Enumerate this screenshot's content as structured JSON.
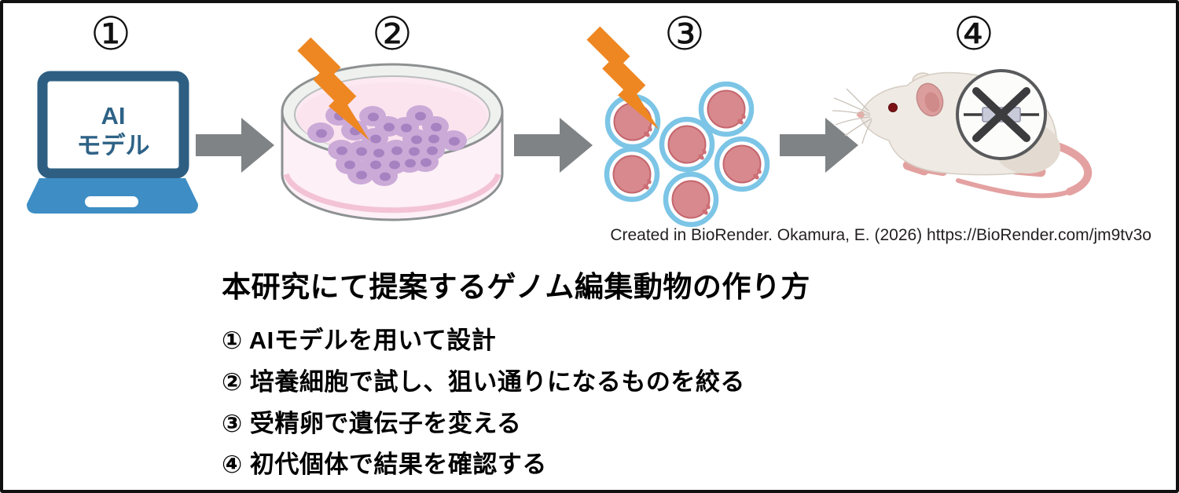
{
  "figure": {
    "attribution": "Created in BioRender. Okamura, E. (2026) https://BioRender.com/jm9tv3o"
  },
  "diagram": {
    "steps": [
      {
        "number": "①",
        "name": "ai-model-laptop"
      },
      {
        "number": "②",
        "name": "petri-dish-cultured-cells"
      },
      {
        "number": "③",
        "name": "fertilized-eggs"
      },
      {
        "number": "④",
        "name": "founder-mouse-gene-knockout"
      }
    ],
    "laptop": {
      "line1": "AI",
      "line2": "モデル"
    }
  },
  "caption": {
    "title": "本研究にて提案するゲノム編集動物の作り方",
    "items": [
      "① AIモデルを用いて設計",
      "② 培養細胞で試し、狙い通りになるものを絞る",
      "③ 受精卵で遺伝子を変える",
      "④ 初代個体で結果を確認する"
    ]
  },
  "colors": {
    "laptop_frame": "#2e5f82",
    "laptop_base": "#3e8ec5",
    "arrow": "#7f8385",
    "lightning": "#ee8722",
    "dish_rim": "#eef1ee",
    "dish_medium": "#fbe4ee",
    "cell_body": "#cbaad8",
    "cell_nucleus": "#a782c1",
    "egg_ring": "#7cc5e6",
    "egg_cytoplasm": "#d8898e",
    "mouse_body": "#efeae4",
    "mouse_pink": "#e2a19f",
    "knockout_x": "#3c3c3e"
  }
}
